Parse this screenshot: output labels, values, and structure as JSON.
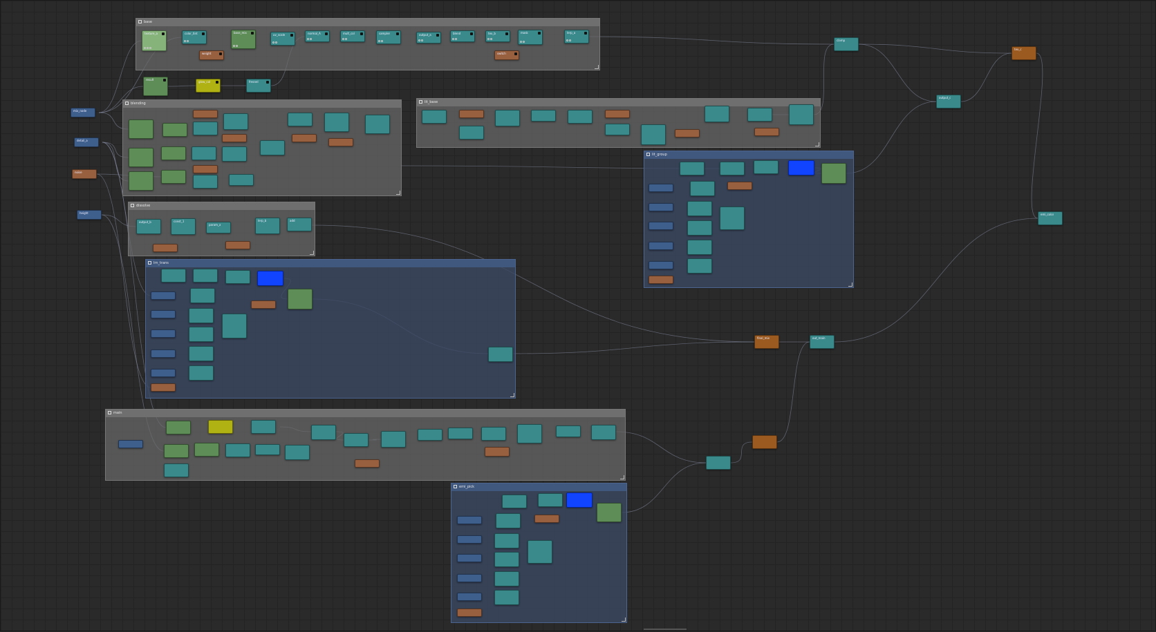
{
  "graph": {
    "groups": [
      {
        "title": "base"
      },
      {
        "title": "blending"
      },
      {
        "title": "lit_base"
      },
      {
        "title": "lit_group"
      },
      {
        "title": "dissolve"
      },
      {
        "title": "lrn_trans"
      },
      {
        "title": "main"
      },
      {
        "title": "emi_pick"
      }
    ],
    "nodes": [
      {
        "label": "texture_a"
      },
      {
        "label": "color_tint"
      },
      {
        "label": "base_mix"
      },
      {
        "label": "uv_scale"
      },
      {
        "label": "normal_A"
      },
      {
        "label": "mult_col"
      },
      {
        "label": "sampler"
      },
      {
        "label": "output_a"
      },
      {
        "label": "blend"
      },
      {
        "label": "tex_b"
      },
      {
        "label": "mask"
      },
      {
        "label": "lerp_a"
      },
      {
        "label": "weight"
      },
      {
        "label": "switch"
      },
      {
        "label": "result"
      },
      {
        "label": "glow_col"
      },
      {
        "label": "fresnel"
      },
      {
        "label": "mix_node"
      },
      {
        "label": "detail_a"
      },
      {
        "label": "noise"
      },
      {
        "label": "height"
      },
      {
        "label": "output_b"
      },
      {
        "label": "const_1"
      },
      {
        "label": "param_a"
      },
      {
        "label": "lerp_b"
      },
      {
        "label": "add"
      },
      {
        "label": "clamp"
      },
      {
        "label": "tex_c"
      },
      {
        "label": "output_c"
      },
      {
        "label": "emi_color"
      },
      {
        "label": "final_mix"
      },
      {
        "label": "out_main"
      }
    ]
  },
  "colors": {
    "teal": "#3a8a8c",
    "green": "#5e8d57",
    "brown": "#98603f",
    "orange": "#9a5a20",
    "slate": "#3e5e8c",
    "yellow": "#b0b112",
    "highlight_blue": "#1044ff",
    "group_gray": "#6a6a6a",
    "group_blue": "#3a4862"
  }
}
